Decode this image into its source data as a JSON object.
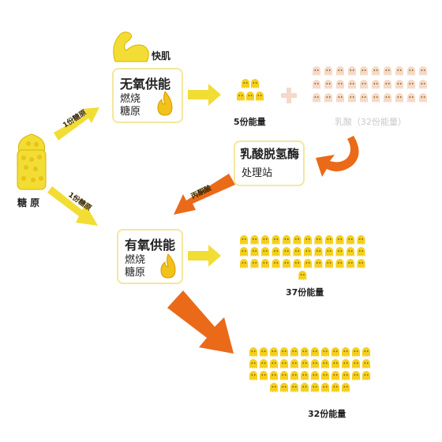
{
  "glycogen": {
    "label": "糖 原"
  },
  "fast_muscle": {
    "label": "快肌"
  },
  "anaerobic": {
    "title": "无氧供能",
    "line1": "燃烧",
    "line2": "糖原",
    "energy_label": "5份能量",
    "lactate_label": "乳酸（32份能量）"
  },
  "ldh": {
    "title": "乳酸脱氢酶",
    "subtitle": "处理站"
  },
  "aerobic": {
    "title": "有氧供能",
    "line1": "燃烧",
    "line2": "糖原",
    "energy_label_37": "37份能量",
    "energy_label_32": "32份能量"
  },
  "arrows": {
    "to_anaerobic": "1份糖原",
    "to_aerobic": "1份糖原",
    "ldh_to_aerobic": "丙酮酸"
  },
  "colors": {
    "yellow_arrow": "#f2dd34",
    "orange_arrow": "#ea6a1a",
    "token_yellow": "#f5cf1e",
    "token_faded": "#f5d9c8",
    "box_border": "#f4e6a0"
  },
  "icons": [
    "bicep-icon",
    "flame-icon",
    "up-arrow-icon",
    "glycogen-jar-icon",
    "energy-token-icon"
  ]
}
